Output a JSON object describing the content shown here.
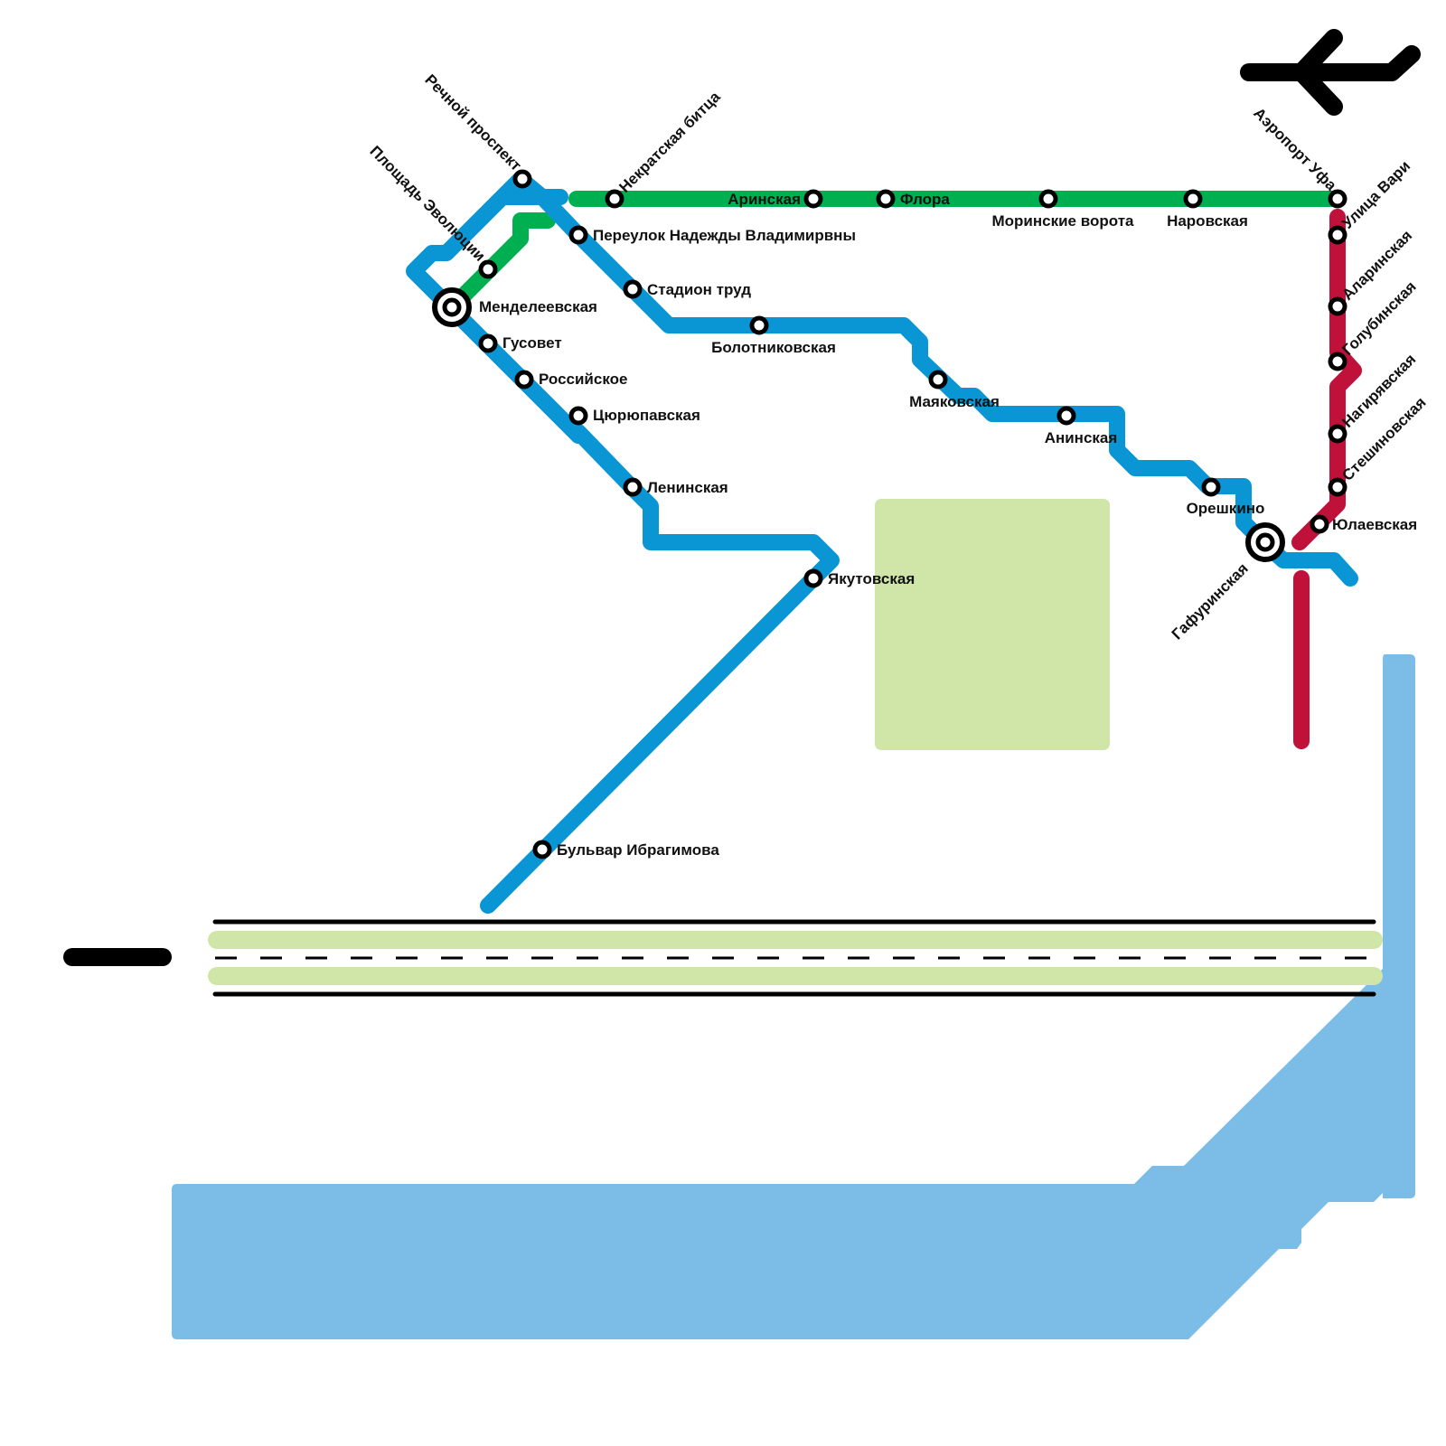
{
  "map": {
    "title": "Схема метро Уфы",
    "colors": {
      "blue_line": "#0a96d5",
      "green_line": "#00b050",
      "red_line": "#c0113b",
      "park": "#d0e5a8",
      "water": "#7bbde7",
      "stroke": "#000000",
      "background": "#ffffff"
    },
    "lines": [
      {
        "id": "blue",
        "color": "#0a96d5"
      },
      {
        "id": "green",
        "color": "#00b050"
      },
      {
        "id": "red",
        "color": "#c0113b"
      }
    ],
    "stations": {
      "rechnoy": "Речной проспект",
      "ploshchad_evolyutsii": "Площадь Эволюции",
      "nekratskaya": "Некратская битца",
      "mendeleevskaya": "Менделеевская",
      "gusovet": "Гусовет",
      "rossiyskoe": "Российское",
      "tsyurupavskaya": "Цюрюпавская",
      "leninskaya": "Ленинская",
      "yakutovskaya": "Якутовская",
      "bulvar": "Бульвар Ибрагимова",
      "pereulok": "Переулок Надежды Владимирвны",
      "stadion": "Стадион труд",
      "bolotnikovskaya": "Болотниковская",
      "mayakovskaya": "Маяковская",
      "aninskaya": "Анинская",
      "oreshkino": "Орешкино",
      "gafurinskaya": "Гафуринская",
      "arinskaya": "Аринская",
      "flora": "Флора",
      "morinskie": "Моринские ворота",
      "narovskaya": "Наровская",
      "aeroport": "Аэропорт Уфа",
      "ulitsa_vari": "Улица Вари",
      "alarinskaya": "Аларинская",
      "golubinskaya": "Голубинская",
      "nagiryavskaya": "Нагирявская",
      "steshinovskaya": "Стешиновская",
      "yulaevskaya": "Юлаевская"
    },
    "icons": {
      "airport": "airplane-icon"
    }
  }
}
